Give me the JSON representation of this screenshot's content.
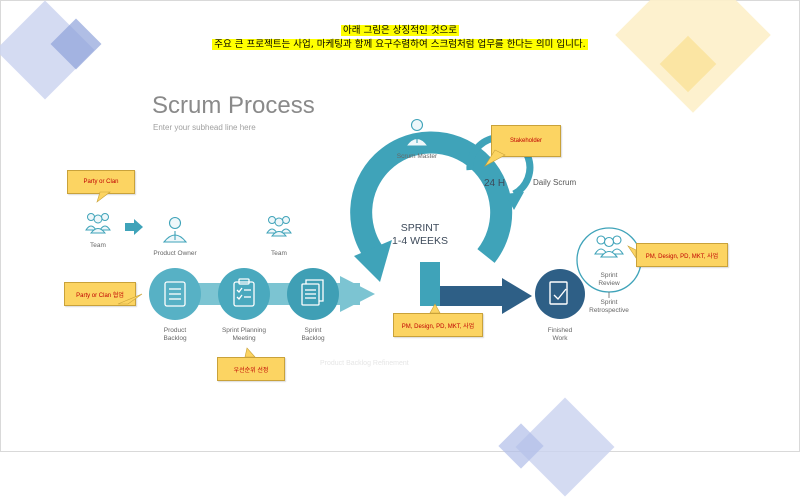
{
  "top_note": {
    "line1": "아래 그림은 상징적인 것으로",
    "line2": "주요 큰 프로젝트는 사업, 마케팅과 함께 요구수렴하여 스크럼처럼 업무를 한다는 의미 입니다."
  },
  "title": "Scrum Process",
  "subhead": "Enter your subhead line here",
  "roles": {
    "team_left": "Team",
    "product_owner": "Product Owner",
    "team_mid": "Team",
    "scrum_master": "Scrum Master"
  },
  "steps": {
    "product_backlog": "Product\nBacklog",
    "sprint_planning": "Sprint Planning\nMeeting",
    "sprint_backlog": "Sprint\nBacklog",
    "finished_work": "Finished\nWork",
    "sprint_review": "Sprint\nReview",
    "sprint_retrospective": "Sprint\nRetrospective"
  },
  "sprint": {
    "line1": "SPRINT",
    "line2": "1-4 WEEKS",
    "hours": "24 H",
    "daily": "Daily Scrum"
  },
  "notes": {
    "party_clan_top": "Party or Clan",
    "party_clan_bottom": "Party or Clan 협업",
    "stakeholder": "Stakeholder",
    "pm_design_left": "PM, Design, PD, MKT, 사업",
    "pm_design_right": "PM, Design, PD, MKT, 사업",
    "priority": "우선순위 선정"
  },
  "colors": {
    "teal": "#3fa3b9",
    "teal_dark": "#2f88a0",
    "teal_light": "#7cc4d2",
    "navy": "#2e5f86",
    "note_fill": "#fcd462",
    "deco_blue": "#8fa3da",
    "deco_yellow": "#fbe39e"
  }
}
